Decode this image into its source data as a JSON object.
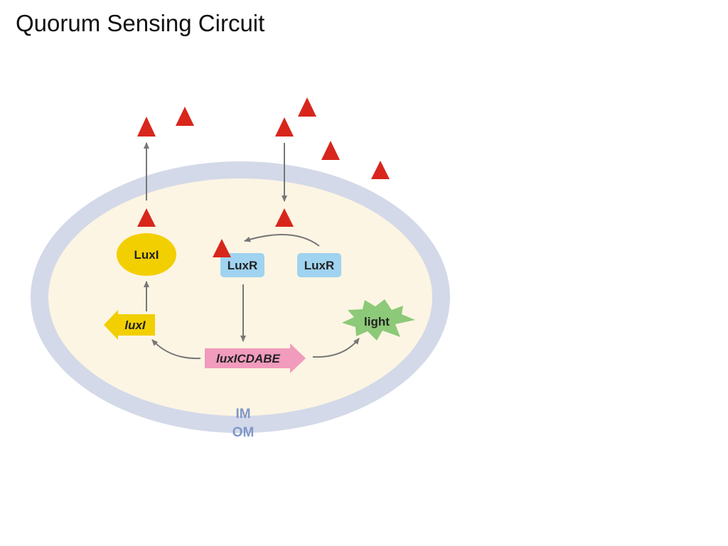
{
  "title": "Quorum Sensing Circuit",
  "labels": {
    "luxI_protein": "LuxI",
    "luxR_bound": "LuxR",
    "luxR_free": "LuxR",
    "luxI_gene": "luxI",
    "operon": "luxICDABE",
    "light": "light",
    "inner_membrane": "IM",
    "outer_membrane": "OM"
  },
  "colors": {
    "autoinducer": "#d8261c",
    "membrane": "#d3d9e8",
    "cytoplasm": "#fcf5e3",
    "luxI": "#f2cf00",
    "luxR": "#9fd3ef",
    "operon": "#f19bbd",
    "light": "#8cc978",
    "arrow": "#777777",
    "membrane_label": "#7f97c9"
  }
}
